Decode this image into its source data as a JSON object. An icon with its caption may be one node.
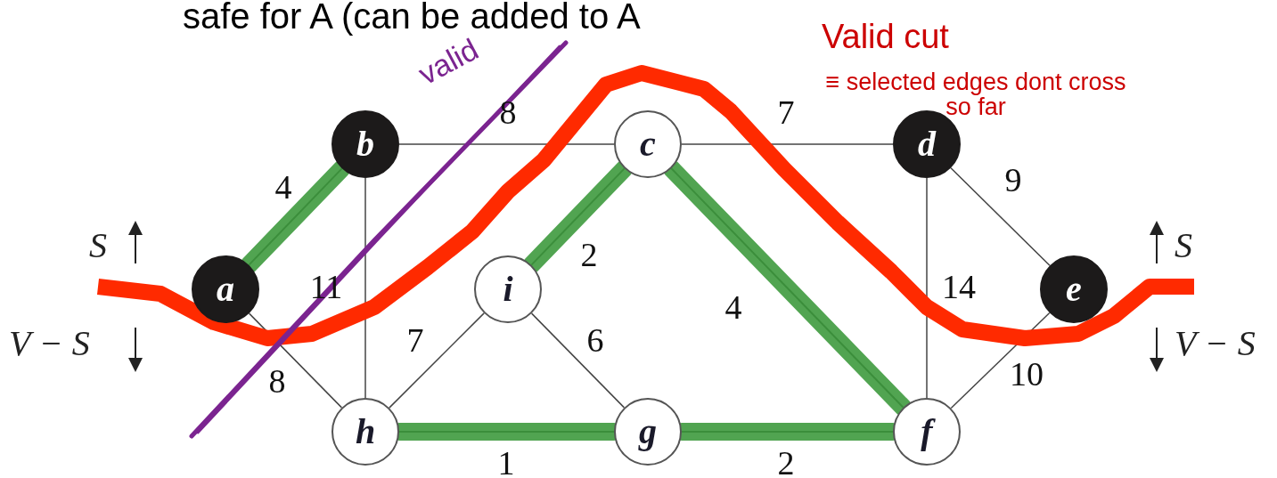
{
  "diagram": {
    "title": "safe for A (can be added to A",
    "nodes": [
      {
        "text": [
          "a"
        ]
      },
      {
        "text": [
          "b"
        ]
      },
      {
        "text": [
          "c"
        ]
      },
      {
        "text": [
          "d"
        ]
      },
      {
        "text": [
          "e"
        ]
      },
      {
        "text": [
          "f"
        ]
      },
      {
        "text": [
          "g"
        ]
      },
      {
        "text": [
          "h"
        ]
      },
      {
        "text": [
          "i"
        ]
      }
    ],
    "edges": [
      {
        "from": 0,
        "to": 1,
        "arrow": "none",
        "label": "4",
        "style": "thick",
        "color": "#3f9b3f"
      },
      {
        "from": 1,
        "to": 2,
        "arrow": "none",
        "label": "8"
      },
      {
        "from": 2,
        "to": 3,
        "arrow": "none",
        "label": "7"
      },
      {
        "from": 3,
        "to": 4,
        "arrow": "none",
        "label": "9"
      },
      {
        "from": 1,
        "to": 7,
        "arrow": "none",
        "label": "11"
      },
      {
        "from": 0,
        "to": 7,
        "arrow": "none",
        "label": "8"
      },
      {
        "from": 8,
        "to": 2,
        "arrow": "none",
        "label": "2",
        "style": "thick",
        "color": "#3f9b3f"
      },
      {
        "from": 2,
        "to": 5,
        "arrow": "none",
        "label": "4",
        "style": "thick",
        "color": "#3f9b3f"
      },
      {
        "from": 3,
        "to": 5,
        "arrow": "none",
        "label": "14"
      },
      {
        "from": 4,
        "to": 5,
        "arrow": "none",
        "label": "10"
      },
      {
        "from": 7,
        "to": 8,
        "arrow": "none",
        "label": "7"
      },
      {
        "from": 8,
        "to": 6,
        "arrow": "none",
        "label": "6"
      },
      {
        "from": 7,
        "to": 6,
        "arrow": "none",
        "label": "1",
        "style": "thick",
        "color": "#3f9b3f"
      },
      {
        "from": 6,
        "to": 5,
        "arrow": "none",
        "label": "2",
        "style": "thick",
        "color": "#3f9b3f"
      }
    ],
    "labels": [
      "valid",
      "Valid cut",
      "≡ selected edges dont cross so far",
      "S",
      "V − S",
      "S",
      "V − S"
    ]
  }
}
